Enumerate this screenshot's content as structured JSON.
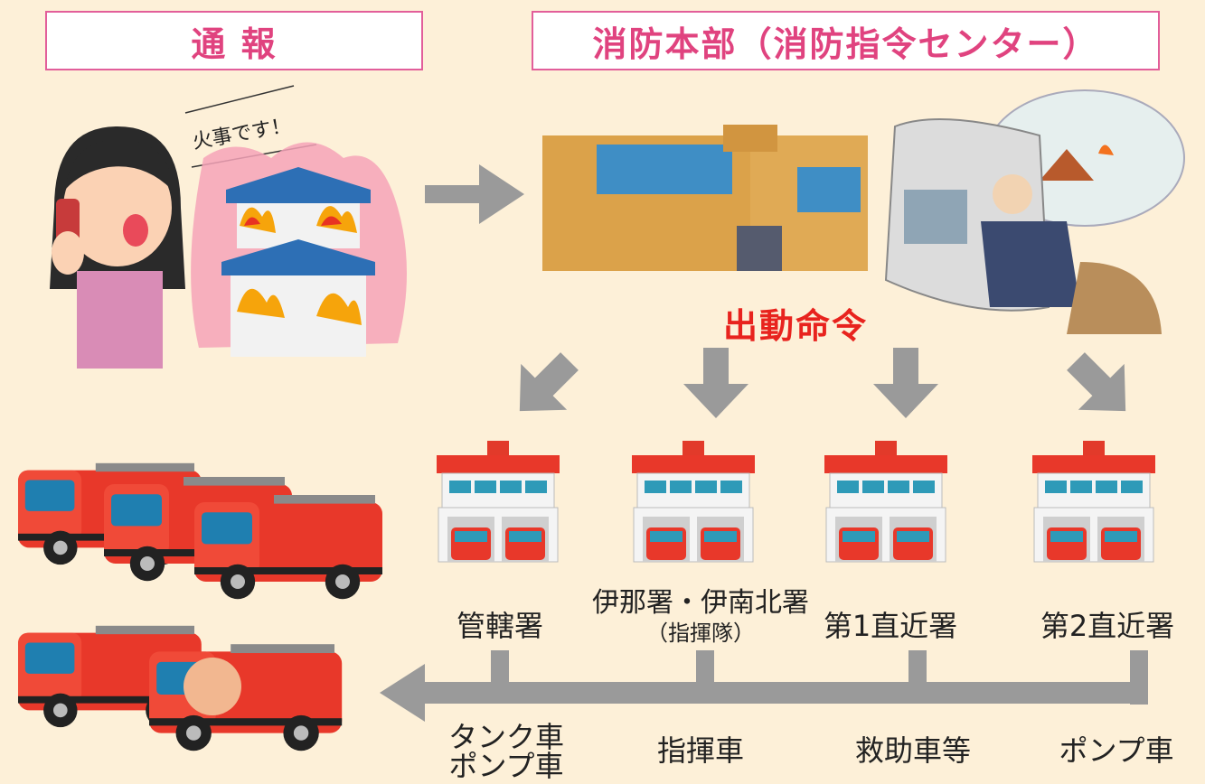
{
  "header": {
    "report_label": "通 報",
    "hq_label": "消防本部（消防指令センター）"
  },
  "caller": {
    "speech": "火事です！"
  },
  "dispatch_order": "出動命令",
  "stations": [
    {
      "name": "管轄署",
      "sub": ""
    },
    {
      "name": "伊那署・伊南北署",
      "sub": "（指揮隊）"
    },
    {
      "name": "第1直近署",
      "sub": ""
    },
    {
      "name": "第2直近署",
      "sub": ""
    }
  ],
  "vehicles": [
    {
      "line1": "タンク車",
      "line2": "ポンプ車"
    },
    {
      "line1": "指揮車",
      "line2": ""
    },
    {
      "line1": "救助車等",
      "line2": ""
    },
    {
      "line1": "ポンプ車",
      "line2": ""
    }
  ],
  "colors": {
    "background": "#fdf0d8",
    "header_border": "#e25e9a",
    "header_text": "#e0437f",
    "dispatch_text": "#e8231e",
    "arrow": "#9a9a9a"
  }
}
